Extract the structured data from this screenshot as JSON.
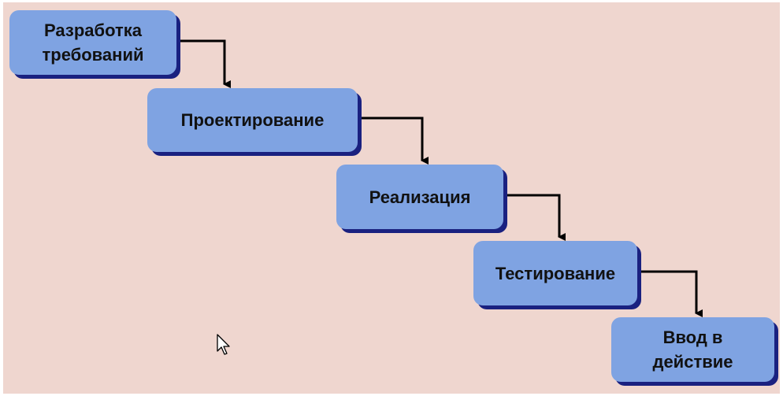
{
  "diagram": {
    "stages": [
      {
        "id": "requirements",
        "label": "Разработка требований"
      },
      {
        "id": "design",
        "label": "Проектирование"
      },
      {
        "id": "implementation",
        "label": "Реализация"
      },
      {
        "id": "testing",
        "label": "Тестирование"
      },
      {
        "id": "deployment",
        "label": "Ввод в действие"
      }
    ],
    "connections": [
      {
        "from": "requirements",
        "to": "design"
      },
      {
        "from": "design",
        "to": "implementation"
      },
      {
        "from": "implementation",
        "to": "testing"
      },
      {
        "from": "testing",
        "to": "deployment"
      }
    ],
    "colors": {
      "background": "#efd6cf",
      "box_fill": "#7fa3e2",
      "box_shadow": "#1a2180",
      "arrow": "#000000",
      "text": "#111111"
    },
    "cursor_icon": "mouse-pointer-icon"
  }
}
